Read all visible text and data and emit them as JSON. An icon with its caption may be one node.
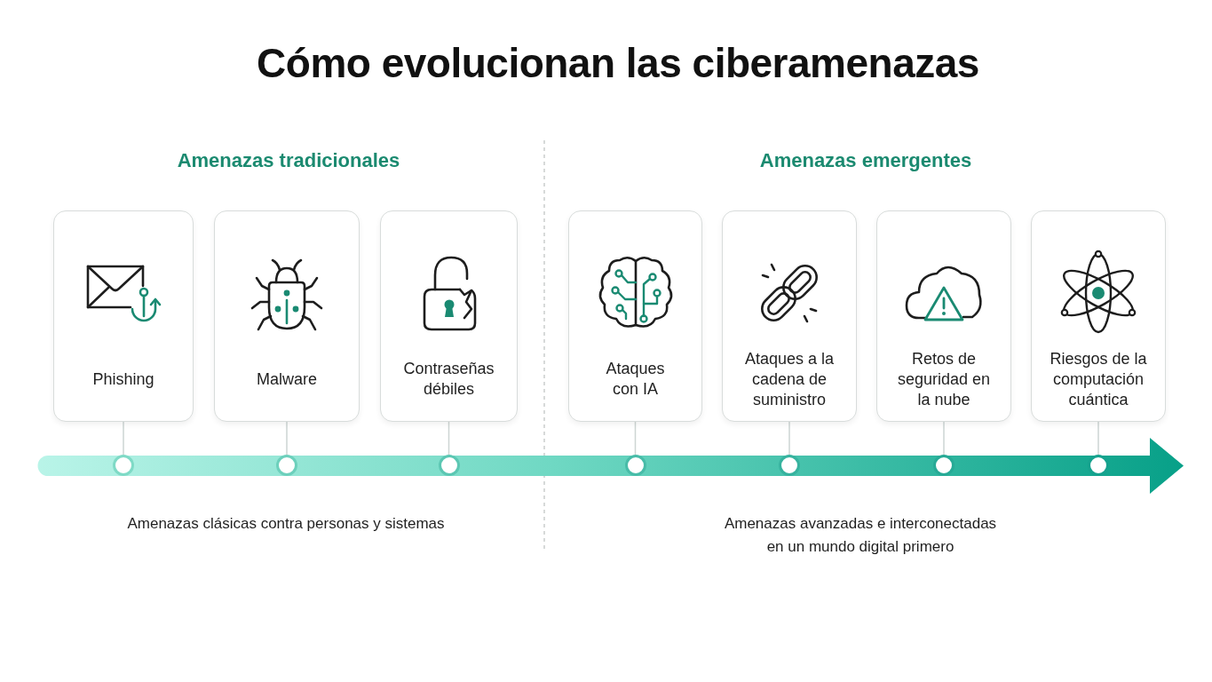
{
  "diagram": {
    "title": "Cómo evolucionan las ciberamenazas",
    "nodes": [
      {
        "text": [
          "Phishing"
        ]
      },
      {
        "text": [
          "Malware"
        ]
      },
      {
        "text": [
          "Contraseñas débiles"
        ]
      },
      {
        "text": [
          "Ataques con IA"
        ]
      },
      {
        "text": [
          "Ataques a la cadena de suministro"
        ]
      },
      {
        "text": [
          "Retos de seguridad en la nube"
        ]
      },
      {
        "text": [
          "Riesgos de la computación cuántica"
        ]
      },
      {
        "text": [],
        "shape": "circle"
      },
      {
        "text": [],
        "shape": "circle"
      },
      {
        "text": [],
        "shape": "circle"
      },
      {
        "text": [],
        "shape": "circle"
      },
      {
        "text": [],
        "shape": "circle"
      },
      {
        "text": [],
        "shape": "circle"
      },
      {
        "text": [],
        "shape": "circle"
      }
    ],
    "edges": [
      {
        "from": 0,
        "to": 7,
        "arrow": "none"
      },
      {
        "from": 1,
        "to": 8,
        "arrow": "none"
      },
      {
        "from": 2,
        "to": 9,
        "arrow": "none"
      },
      {
        "from": 3,
        "to": 10,
        "arrow": "none"
      },
      {
        "from": 4,
        "to": 11,
        "arrow": "none"
      },
      {
        "from": 5,
        "to": 12,
        "arrow": "none"
      },
      {
        "from": 6,
        "to": 13,
        "arrow": "none"
      }
    ],
    "labels": [
      "Amenazas tradicionales",
      "Amenazas emergentes",
      "Amenazas clásicas contra personas y sistemas",
      "Amenazas avanzadas e interconectadas en un mundo digital primero"
    ]
  }
}
